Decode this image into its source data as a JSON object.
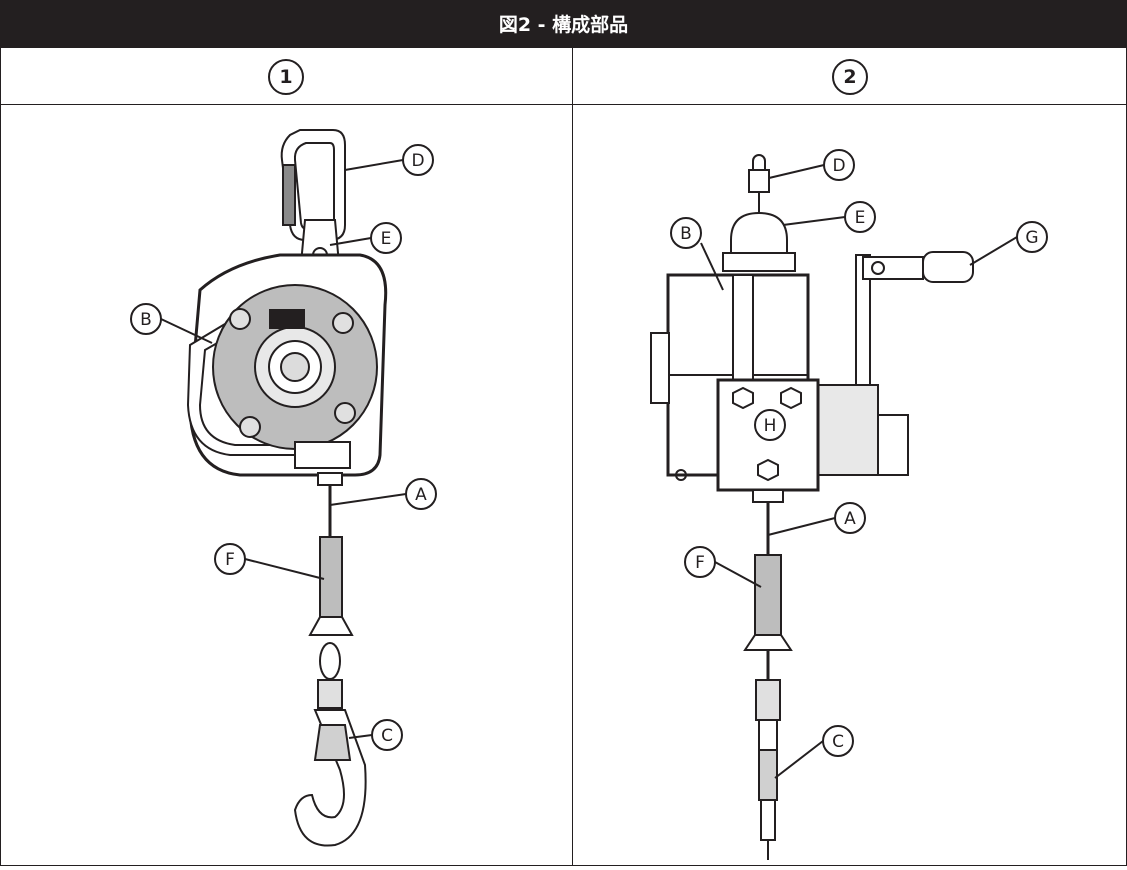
{
  "header": {
    "title": "図2 - 構成部品"
  },
  "columns": [
    {
      "number": "1",
      "callouts": [
        "D",
        "E",
        "B",
        "A",
        "F",
        "C"
      ]
    },
    {
      "number": "2",
      "callouts": [
        "D",
        "E",
        "B",
        "G",
        "H",
        "A",
        "F",
        "C"
      ]
    }
  ],
  "colors": {
    "header_bg": "#231f20",
    "line": "#231f20",
    "background": "#ffffff"
  }
}
